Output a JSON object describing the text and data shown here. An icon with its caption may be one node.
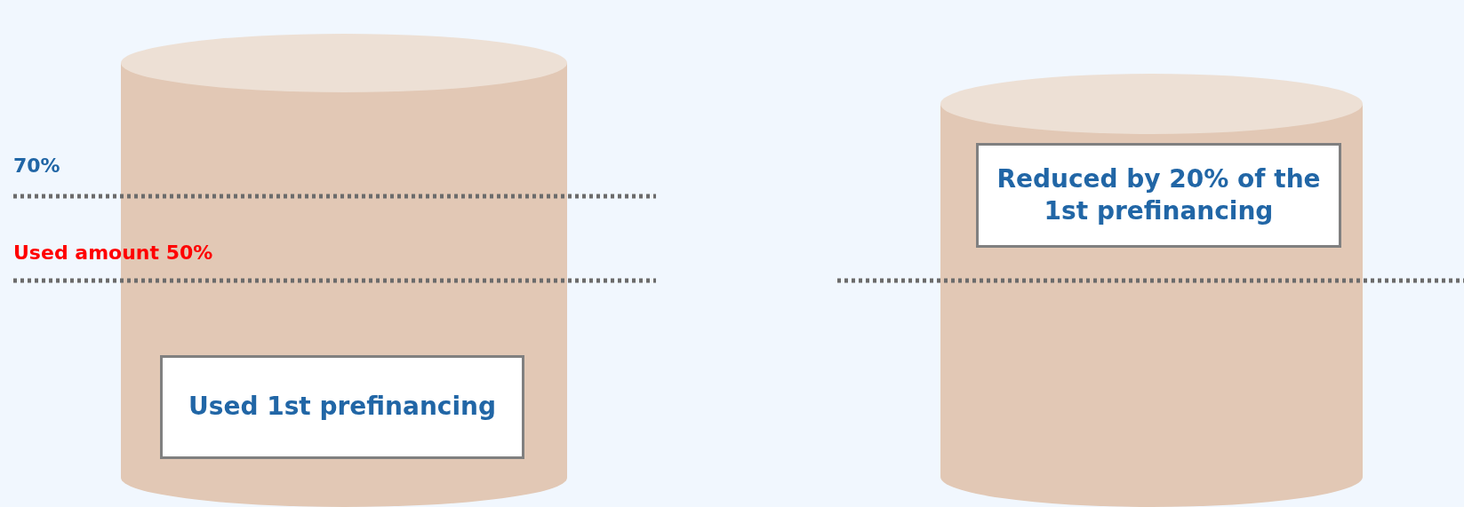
{
  "diagram": {
    "nodes": [
      {
        "text": [],
        "shape": "cylinder"
      },
      {
        "text": [
          "Used 1st prefinancing"
        ],
        "in": 0
      },
      {
        "text": [],
        "shape": "cylinder"
      },
      {
        "text": [
          "Reduced by 20% of the 1st prefinancing"
        ],
        "in": 2
      }
    ],
    "labels": [
      "70%",
      "Used amount 50%"
    ]
  }
}
